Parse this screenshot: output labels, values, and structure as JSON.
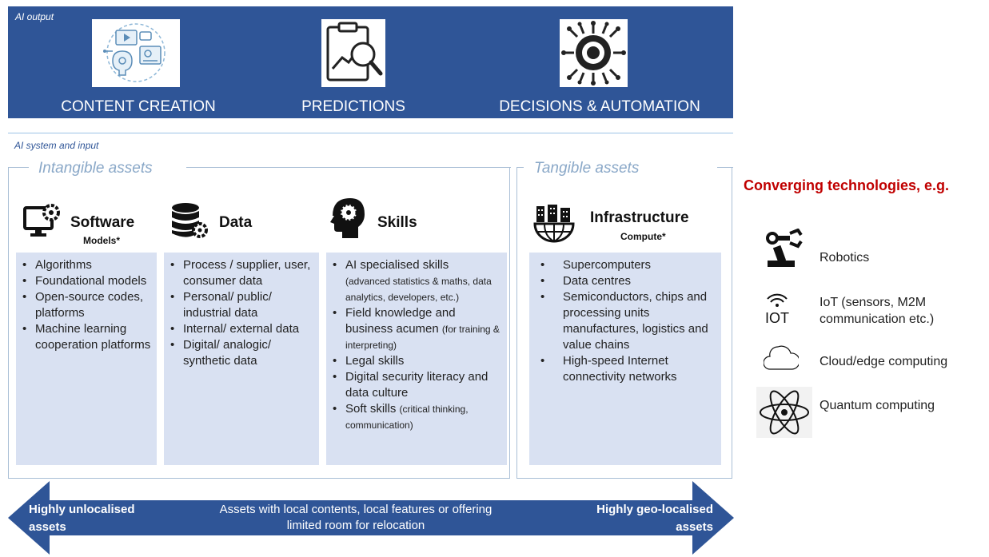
{
  "output": {
    "tag": "AI output",
    "items": [
      {
        "label": "CONTENT CREATION",
        "icon": "content-creation-icon"
      },
      {
        "label": "PREDICTIONS",
        "icon": "predictions-icon"
      },
      {
        "label": "DECISIONS & AUTOMATION",
        "icon": "decisions-automation-icon"
      }
    ]
  },
  "system_tag": "AI system and input",
  "intangible": {
    "title": "Intangible assets",
    "software": {
      "title": "Software",
      "subtitle": "Models*",
      "items": [
        "Algorithms",
        "Foundational models",
        "Open-source codes, platforms",
        "Machine learning cooperation platforms"
      ]
    },
    "data": {
      "title": "Data",
      "items": [
        "Process / supplier, user, consumer data",
        "Personal/ public/ industrial data",
        "Internal/ external data",
        "Digital/ analogic/ synthetic data"
      ]
    },
    "skills": {
      "title": "Skills",
      "items": [
        {
          "main": "AI specialised skills",
          "note": "(advanced statistics & maths, data analytics, developers, etc.)"
        },
        {
          "main": "Field knowledge and business acumen",
          "note": "(for training & interpreting)"
        },
        {
          "main": "Legal skills",
          "note": ""
        },
        {
          "main": "Digital security literacy and data culture",
          "note": ""
        },
        {
          "main": "Soft skills",
          "note": "(critical thinking, communication)"
        }
      ]
    }
  },
  "tangible": {
    "title": "Tangible assets",
    "infrastructure": {
      "title": "Infrastructure",
      "subtitle": "Compute*",
      "items": [
        "Supercomputers",
        "Data centres",
        "Semiconductors, chips and processing units manufactures, logistics and value chains",
        "High-speed Internet connectivity networks"
      ]
    }
  },
  "converging": {
    "title": "Converging technologies, e.g.",
    "items": [
      {
        "label": "Robotics",
        "icon": "robotic-arm-icon"
      },
      {
        "label": "IoT (sensors, M2M communication etc.)",
        "icon": "iot-icon"
      },
      {
        "label": "Cloud/edge computing",
        "icon": "cloud-icon"
      },
      {
        "label": "Quantum computing",
        "icon": "atom-icon"
      }
    ]
  },
  "arrow": {
    "left": "Highly unlocalised assets",
    "center": "Assets with local contents, local features or offering limited room for relocation",
    "right": "Highly geo-localised assets"
  },
  "colors": {
    "banner": "#2f5597",
    "panel": "#d9e1f2",
    "bracket": "#a9bfd6",
    "converging_title": "#c00000"
  }
}
